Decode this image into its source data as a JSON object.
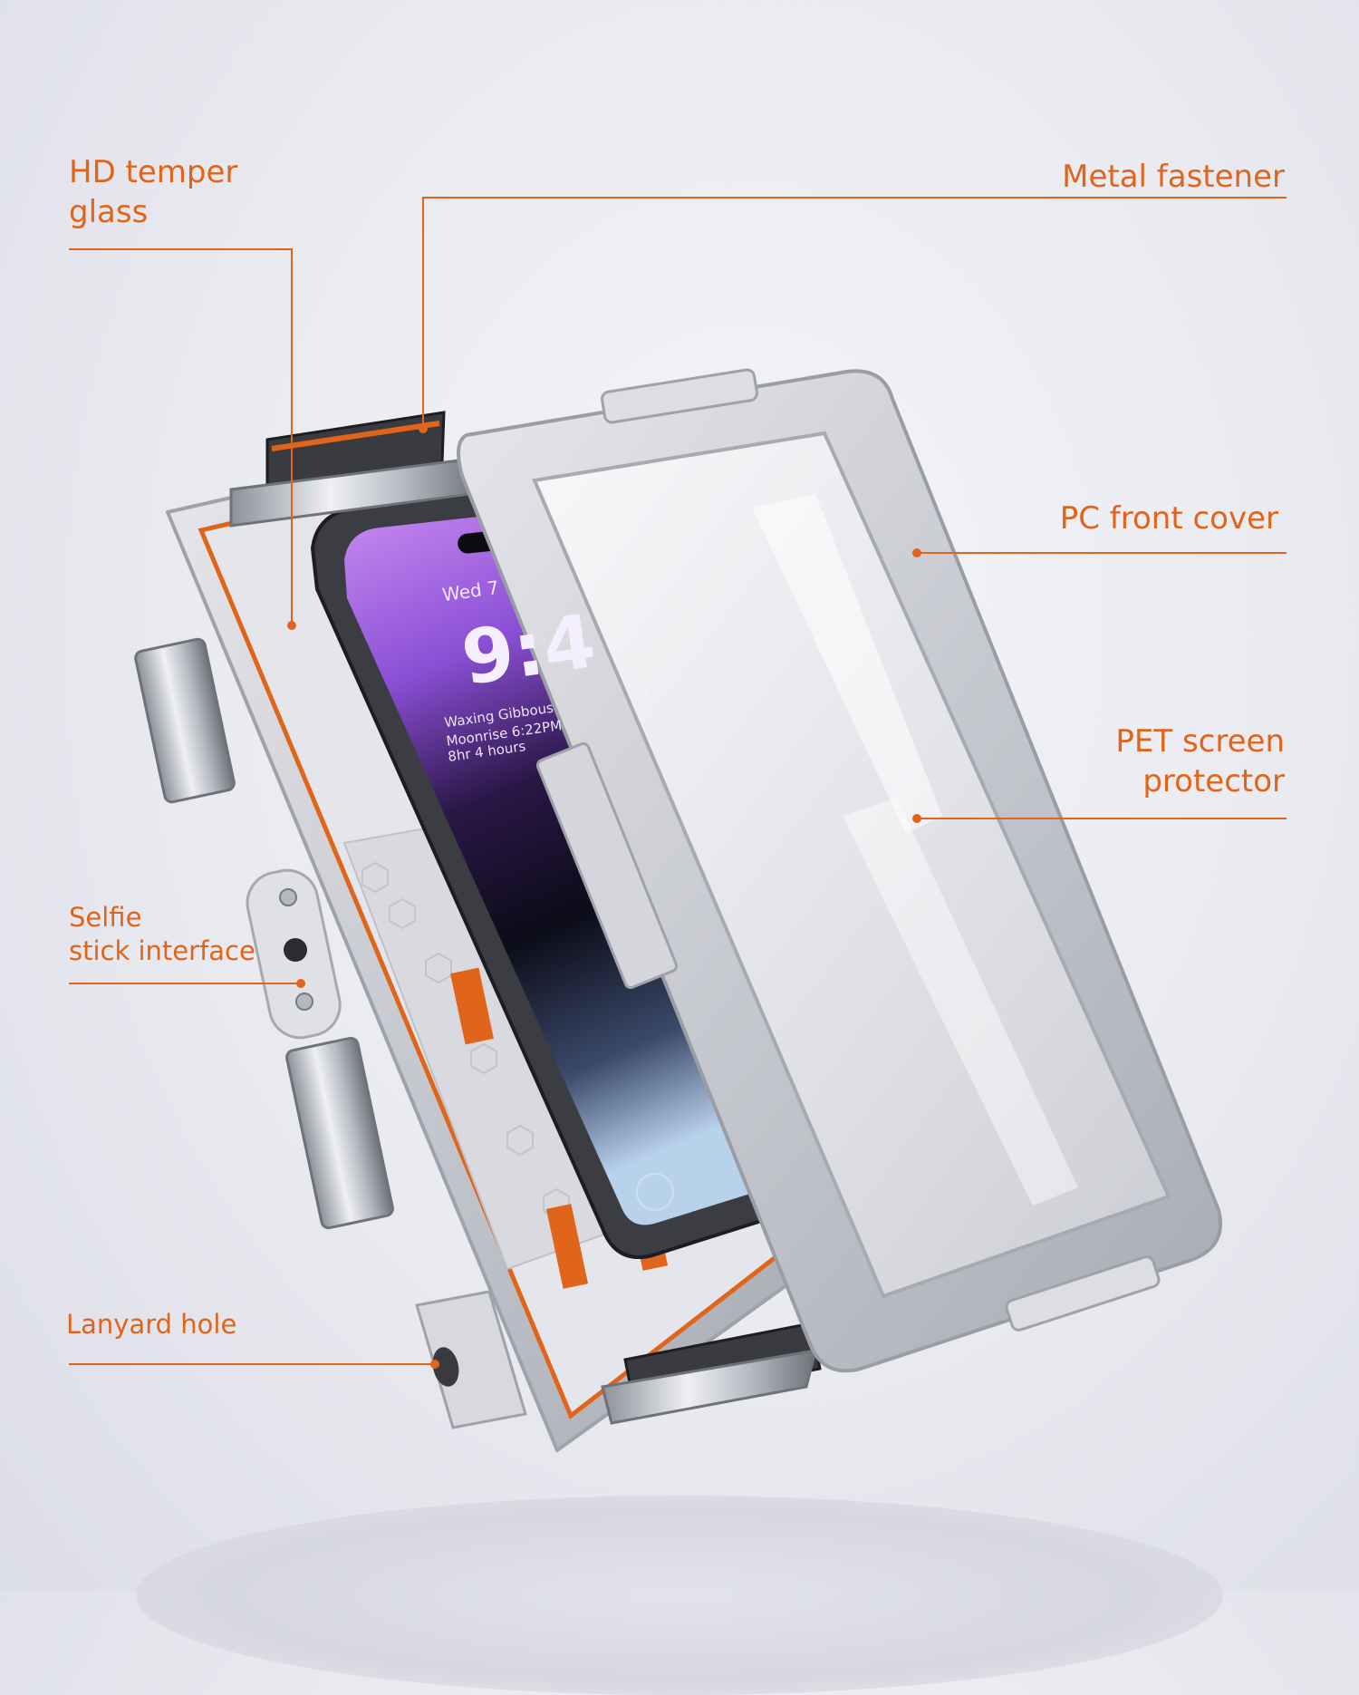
{
  "callouts": {
    "hd_glass": [
      "HD temper",
      "glass"
    ],
    "metal_fastener": "Metal fastener",
    "pc_cover": "PC front cover",
    "pet_protector": [
      "PET screen",
      "protector"
    ],
    "selfie": [
      "Selfie",
      "stick interface"
    ],
    "lanyard": "Lanyard hole"
  },
  "lockscreen": {
    "date": "Wed 7",
    "time": "9:4",
    "widget": "32",
    "line1": "Waxing Gibbous",
    "line2": "Moonrise 6:22PM",
    "line3": "8hr 4 hours"
  },
  "colors": {
    "accent": "#e0651b",
    "frame": "#c9cbd2",
    "screen": "#8b4fd6"
  }
}
